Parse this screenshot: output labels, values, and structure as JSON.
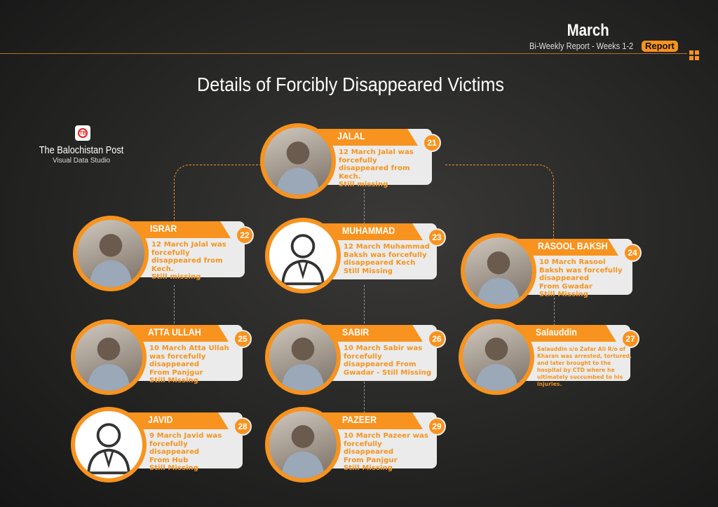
{
  "header": {
    "month": "March",
    "subtitle": "Bi-Weekly Report - Weeks 1-2",
    "badge": "Report"
  },
  "title": "Details of Forcibly Disappeared Victims",
  "brand": {
    "logo_text": "TB",
    "name": "The Balochistan Post",
    "sub": "Visual Data Studio"
  },
  "accent": "#f7931e",
  "victims": [
    {
      "name": "JALAL",
      "number": "21",
      "photo": "photo",
      "desc": "12 March Jalal was forcefully disappeared from Kech.\nStill missing"
    },
    {
      "name": "ISRAR",
      "number": "22",
      "photo": "photo",
      "desc": "12 March Jalal was forcefully disappeared from Kech.\nStill missing"
    },
    {
      "name": "MUHAMMAD",
      "number": "23",
      "photo": "placeholder",
      "desc": "12 March Muhammad Baksh was forcefully disappeared Kech\nStill Missing"
    },
    {
      "name": "RASOOL BAKSH",
      "number": "24",
      "photo": "photo",
      "desc": "10 March Rasool Baksh was forcefully disappeared\nFrom Gwadar\nStill Missing"
    },
    {
      "name": "ATTA ULLAH",
      "number": "25",
      "photo": "photo",
      "desc": "10 March Atta Ullah was forcefully disappeared\nFrom Panjgur\nStill Missing"
    },
    {
      "name": "SABIR",
      "number": "26",
      "photo": "photo",
      "desc": "10 March Sabir was forcefully disappeared From Gwadar - Still Missing"
    },
    {
      "name": "Salauddin",
      "number": "27",
      "photo": "photo",
      "desc": "Salauddin s/o Zafar Ali R/o of Kharan was arrested,  tortured, and later brought to the hospital by CTD where he ultimately succumbed to his injuries.",
      "small": true
    },
    {
      "name": "JAVID",
      "number": "28",
      "photo": "placeholder",
      "desc": "9 March Javid was forcefully disappeared\nFrom Hub\nStill Missing"
    },
    {
      "name": "PAZEER",
      "number": "29",
      "photo": "photo",
      "desc": "10 March Pazeer was forcefully disappeared\nFrom Panjgur\nStill Missing"
    }
  ]
}
